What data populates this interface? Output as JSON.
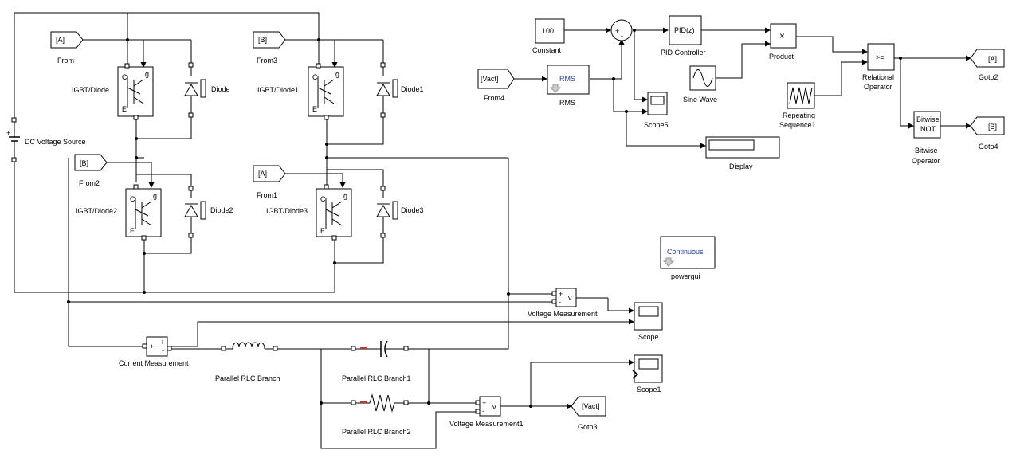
{
  "blocks": {
    "from": {
      "tag": "[A]",
      "label": "From"
    },
    "from1": {
      "tag": "[A]",
      "label": "From1"
    },
    "from2": {
      "tag": "[B]",
      "label": "From2"
    },
    "from3": {
      "tag": "[B]",
      "label": "From3"
    },
    "from4": {
      "tag": "[Vact]",
      "label": "From4"
    },
    "goto2": {
      "tag": "[A]",
      "label": "Goto2"
    },
    "goto3": {
      "tag": "[Vact]",
      "label": "Goto3"
    },
    "goto4": {
      "tag": "[B]",
      "label": "Goto4"
    },
    "igbt": {
      "label": "IGBT/Diode"
    },
    "igbt1": {
      "label": "IGBT/Diode1"
    },
    "igbt2": {
      "label": "IGBT/Diode2"
    },
    "igbt3": {
      "label": "IGBT/Diode3"
    },
    "igbt_pins": {
      "c": "C",
      "e": "E",
      "g": "g"
    },
    "diode": {
      "label": "Diode"
    },
    "diode1": {
      "label": "Diode1"
    },
    "diode2": {
      "label": "Diode2"
    },
    "diode3": {
      "label": "Diode3"
    },
    "dc_source": {
      "label": "DC Voltage Source",
      "plus": "+"
    },
    "constant": {
      "value": "100",
      "label": "Constant"
    },
    "sum": {
      "plus": "+",
      "minus": "-"
    },
    "pid": {
      "text": "PID(z)",
      "label": "PID Controller"
    },
    "product": {
      "symbol": "×",
      "label": "Product"
    },
    "sine": {
      "label": "Sine Wave"
    },
    "repeating": {
      "label_line1": "Repeating",
      "label_line2": "Sequence1"
    },
    "relational": {
      "op": ">=",
      "label_line1": "Relational",
      "label_line2": "Operator"
    },
    "bitwise": {
      "line1": "Bitwise",
      "line2": "NOT",
      "label_line1": "Bitwise",
      "label_line2": "Operator"
    },
    "rms": {
      "text": "RMS",
      "label": "RMS"
    },
    "scope5": {
      "label": "Scope5"
    },
    "display": {
      "label": "Display"
    },
    "powergui": {
      "text": "Continuous",
      "label": "powergui"
    },
    "voltage_measurement": {
      "label": "Voltage Measurement",
      "out": "v",
      "plus": "+",
      "minus": "-"
    },
    "voltage_measurement1": {
      "label": "Voltage Measurement1",
      "out": "v",
      "plus": "+",
      "minus": "-"
    },
    "current_measurement": {
      "label": "Current Measurement",
      "out": "i",
      "plus": "+",
      "minus": "-"
    },
    "scope": {
      "label": "Scope"
    },
    "scope1": {
      "label": "Scope1"
    },
    "rlc": {
      "label": "Parallel RLC Branch"
    },
    "rlc1": {
      "label": "Parallel RLC Branch1"
    },
    "rlc2": {
      "label": "Parallel RLC Branch2"
    }
  }
}
